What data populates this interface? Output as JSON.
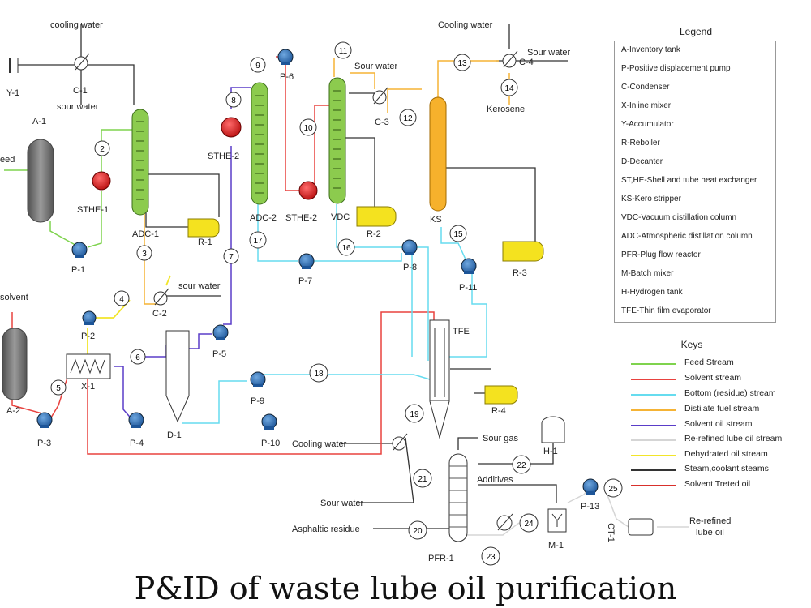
{
  "caption": "P&ID of waste lube oil purification",
  "labels": {
    "cooling_water_1": "cooling water",
    "sour_water_1": "sour water",
    "Y1": "Y-1",
    "C1": "C-1",
    "A1": "A-1",
    "feed": "eed",
    "STHE1": "STHE-1",
    "ADC1": "ADC-1",
    "P1": "P-1",
    "R1": "R-1",
    "P6": "P-6",
    "STHE2a": "STHE-2",
    "ADC2": "ADC-2",
    "STHE2b": "STHE-2",
    "VDC": "VDC",
    "R2": "R-2",
    "sour_water_c3": "Sour water",
    "C3": "C-3",
    "cooling_water_c4": "Cooling water",
    "sour_water_c4": "Sour water",
    "C4": "C-4",
    "kerosene": "Kerosene",
    "KS": "KS",
    "R3": "R-3",
    "solvent": "solvent",
    "A2": "A-2",
    "P3": "P-3",
    "P2": "P-2",
    "X1": "X-1",
    "P4": "P-4",
    "C2": "C-2",
    "sour_water_c2": "sour water",
    "D1": "D-1",
    "P5": "P-5",
    "P7": "P-7",
    "P8": "P-8",
    "P11": "P-11",
    "P9": "P-9",
    "P10": "P-10",
    "TFE": "TFE",
    "R4": "R-4",
    "cooling_water_bottom": "Cooling water",
    "sour_gas": "Sour gas",
    "H1": "H-1",
    "additives": "Additives",
    "sour_water_bottom": "Sour water",
    "asphaltic": "Asphaltic residue",
    "PFR1": "PFR-1",
    "M1": "M-1",
    "P13": "P-13",
    "CT1": "CT-1",
    "rerefined_a": "Re-refined",
    "rerefined_b": "lube oil"
  },
  "stream_numbers": [
    "2",
    "3",
    "4",
    "5",
    "6",
    "7",
    "8",
    "9",
    "10",
    "11",
    "12",
    "13",
    "14",
    "15",
    "16",
    "17",
    "18",
    "19",
    "20",
    "21",
    "22",
    "23",
    "24",
    "25"
  ],
  "legend": {
    "title": "Legend",
    "items": [
      "A-Inventory tank",
      "P-Positive displacement pump",
      "C-Condenser",
      "X-Inline mixer",
      "Y-Accumulator",
      "R-Reboiler",
      "D-Decanter",
      "ST,HE-Shell and tube heat exchanger",
      "KS-Kero stripper",
      "VDC-Vacuum distillation column",
      "ADC-Atmospheric distillation column",
      "PFR-Plug flow reactor",
      "M-Batch mixer",
      "H-Hydrogen tank",
      "TFE-Thin film evaporator"
    ]
  },
  "keys": {
    "title": "Keys",
    "items": [
      {
        "label": "Feed Stream",
        "color": "#7fd34e"
      },
      {
        "label": "Solvent stream",
        "color": "#e8423f"
      },
      {
        "label": "Bottom (residue) stream",
        "color": "#66dcef"
      },
      {
        "label": "Distilate fuel stream",
        "color": "#f5b335"
      },
      {
        "label": "Solvent oil stream",
        "color": "#5a3dc8"
      },
      {
        "label": "Re-refined lube oil stream",
        "color": "#d5d5d5"
      },
      {
        "label": "Dehydrated oil stream",
        "color": "#f2e52a"
      },
      {
        "label": "Steam,coolant steams",
        "color": "#333333"
      },
      {
        "label": "Solvent Treted oil",
        "color": "#d8302c"
      }
    ]
  },
  "colors": {
    "feed": "#7fd34e",
    "solvent": "#e8423f",
    "bottom": "#66dcef",
    "distillate": "#f5b335",
    "solvent_oil": "#5a3dc8",
    "rerefined": "#d5d5d5",
    "dehydrated": "#f2e52a",
    "steam": "#333333",
    "column_green": "#8ccb4e",
    "kero_orange": "#f6b12c",
    "pump_blue": "#2a6db3",
    "reboiler_yellow": "#f4e21f",
    "hex_red": "#d92020",
    "tank_gray": "#707070"
  }
}
